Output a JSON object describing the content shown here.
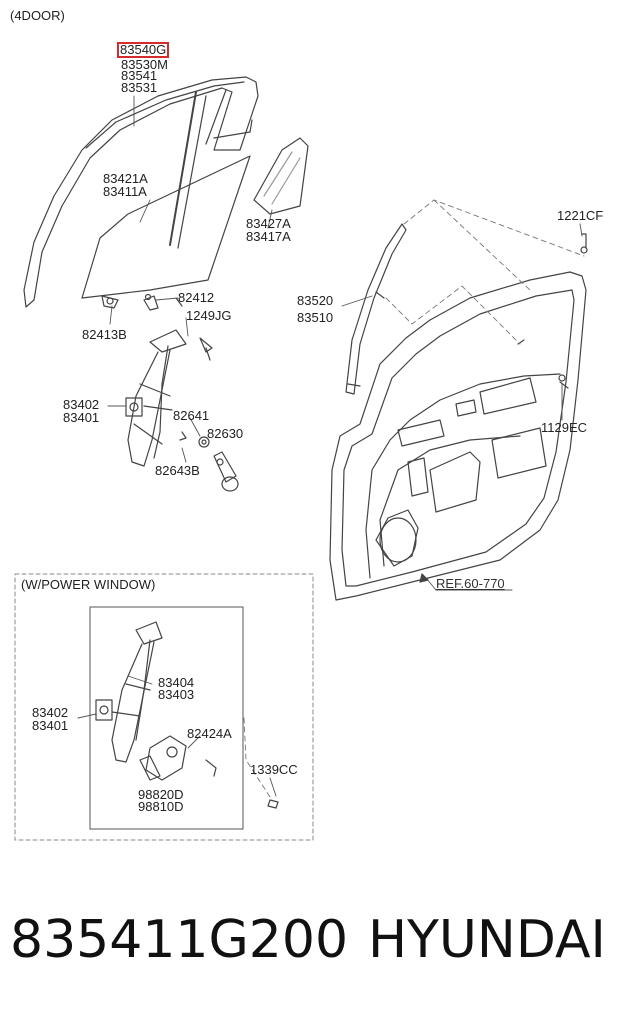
{
  "diagram": {
    "section_label": "(4DOOR)",
    "highlight_color": "#d62b2b",
    "labels": {
      "p83540G": "83540G",
      "p83530M": "83530M",
      "p83541": "83541",
      "p83531": "83531",
      "p83421A": "83421A",
      "p83411A": "83411A",
      "p83427A": "83427A",
      "p83417A": "83417A",
      "p82412": "82412",
      "p82413B": "82413B",
      "p1249JG": "1249JG",
      "p1221CF": "1221CF",
      "p83520": "83520",
      "p83510": "83510",
      "p83402": "83402",
      "p83401": "83401",
      "p82641": "82641",
      "p82630": "82630",
      "p82643B": "82643B",
      "p1129EC": "1129EC",
      "ref": "REF.60-770"
    },
    "power_window": {
      "title": "(W/POWER WINDOW)",
      "p83404": "83404",
      "p83403": "83403",
      "p83402": "83402",
      "p83401": "83401",
      "p82424A": "82424A",
      "p1339CC": "1339CC",
      "p98820D": "98820D",
      "p98810D": "98810D"
    }
  },
  "caption": {
    "part_number": "835411G200",
    "brand": "HYUNDAI"
  }
}
